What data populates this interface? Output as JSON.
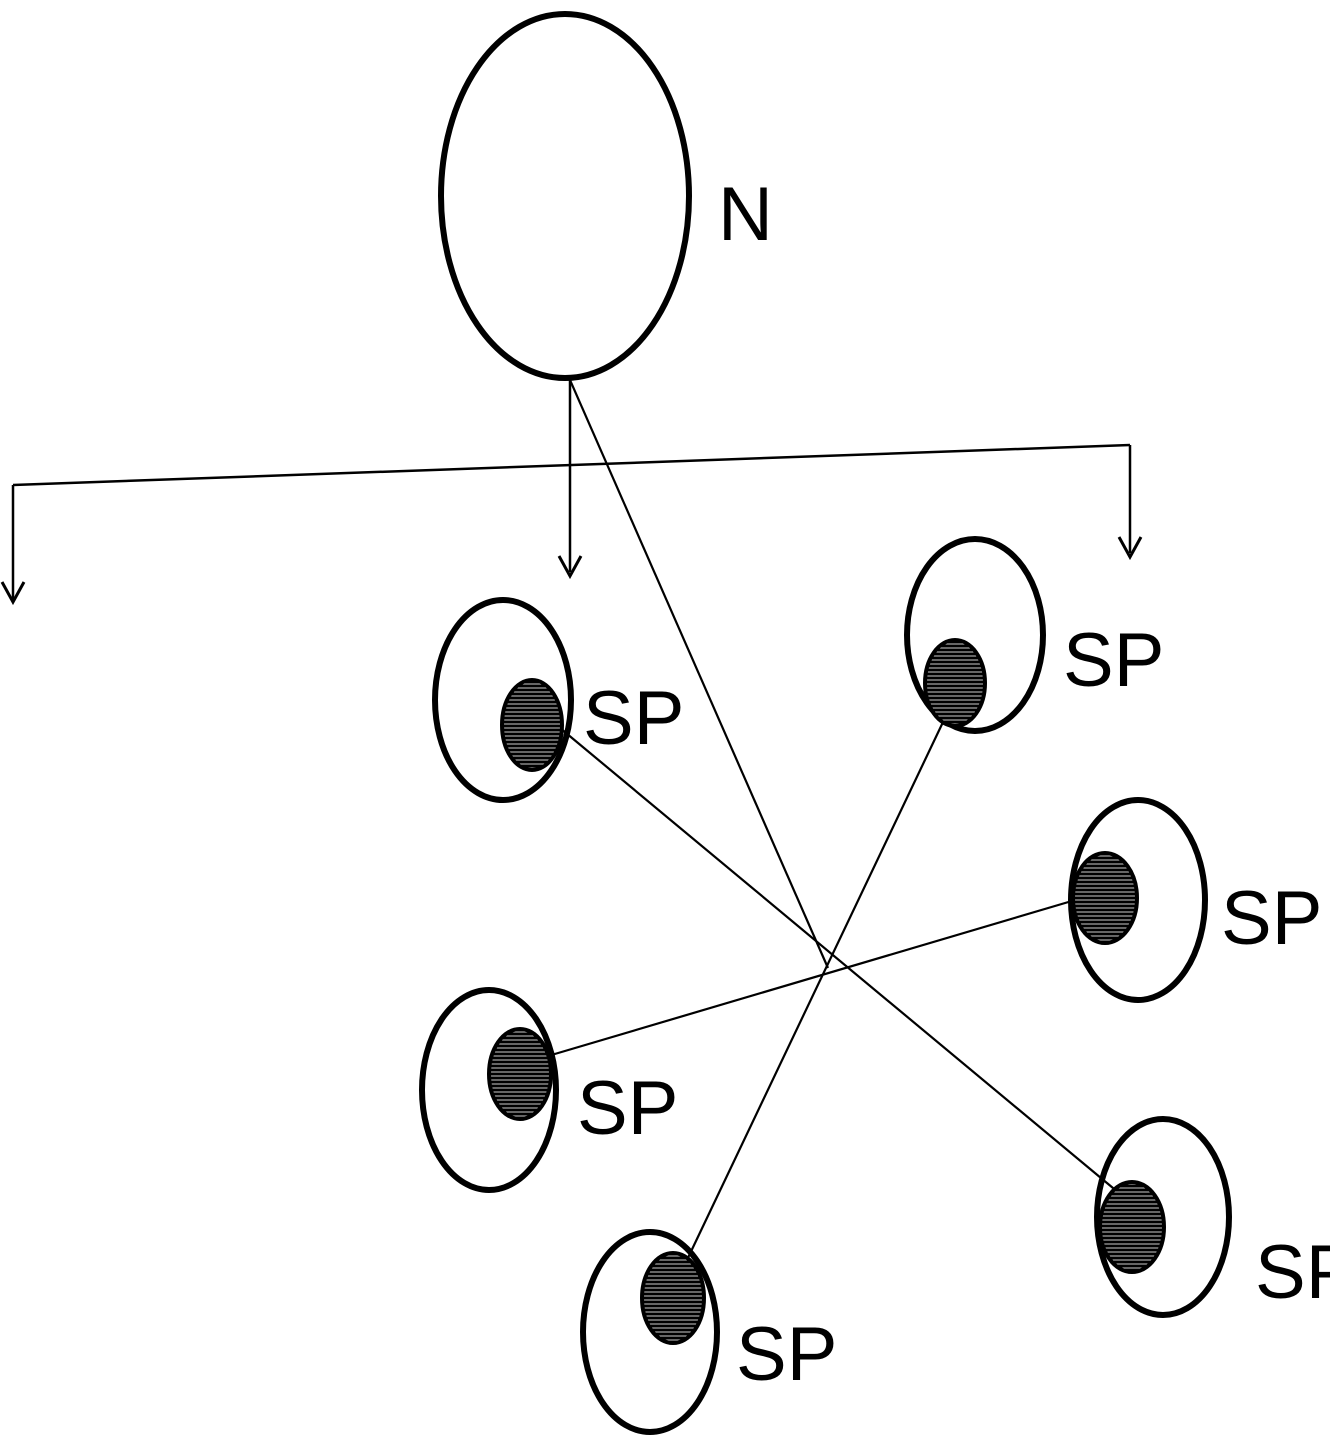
{
  "diagram": {
    "main_node": {
      "label": "N"
    },
    "sub_nodes": [
      {
        "label": "SP"
      },
      {
        "label": "SP"
      },
      {
        "label": "SP"
      },
      {
        "label": "SP"
      },
      {
        "label": "SP"
      },
      {
        "label": "SP"
      }
    ]
  },
  "colors": {
    "stroke": "#000000",
    "background": "#ffffff"
  }
}
